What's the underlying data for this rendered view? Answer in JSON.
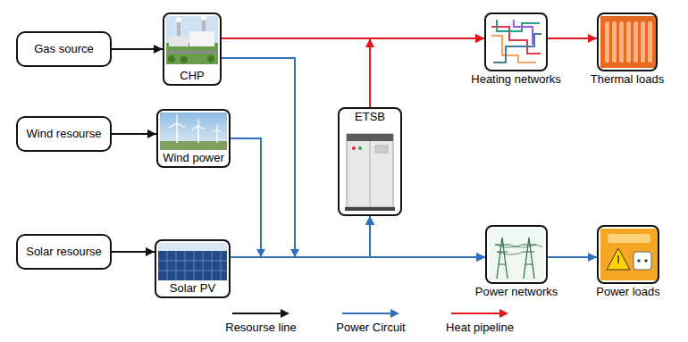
{
  "diagram": {
    "nodes": [
      {
        "text": [
          "Gas source"
        ]
      },
      {
        "text": [
          "CHP"
        ]
      },
      {
        "text": [
          "Heating networks"
        ]
      },
      {
        "text": [
          "Thermal loads"
        ]
      },
      {
        "text": [
          "Wind resourse"
        ]
      },
      {
        "text": [
          "Wind power"
        ]
      },
      {
        "text": [
          "ETSB"
        ]
      },
      {
        "text": [
          "Solar resourse"
        ]
      },
      {
        "text": [
          "Solar PV"
        ]
      },
      {
        "text": [
          "Power networks"
        ]
      },
      {
        "text": [
          "Power loads"
        ]
      }
    ],
    "edges": [
      {
        "from": 0,
        "to": 1,
        "arrow": "to"
      },
      {
        "from": 1,
        "to": 2,
        "arrow": "to"
      },
      {
        "from": 2,
        "to": 3,
        "arrow": "to"
      },
      {
        "from": 4,
        "to": 5,
        "arrow": "to"
      },
      {
        "from": 7,
        "to": 8,
        "arrow": "to"
      },
      {
        "from": 1,
        "to": 9,
        "arrow": "to"
      },
      {
        "from": 1,
        "to": 6,
        "arrow": "to"
      },
      {
        "from": 5,
        "to": 9,
        "arrow": "to"
      },
      {
        "from": 5,
        "to": 6,
        "arrow": "to"
      },
      {
        "from": 8,
        "to": 9,
        "arrow": "to"
      },
      {
        "from": 8,
        "to": 6,
        "arrow": "to"
      },
      {
        "from": 6,
        "to": 2,
        "arrow": "to"
      },
      {
        "from": 9,
        "to": 10,
        "arrow": "to"
      }
    ],
    "legend": [
      {
        "text": "Resourse line"
      },
      {
        "text": "Power Circuit"
      },
      {
        "text": "Heat pipeline"
      }
    ]
  }
}
